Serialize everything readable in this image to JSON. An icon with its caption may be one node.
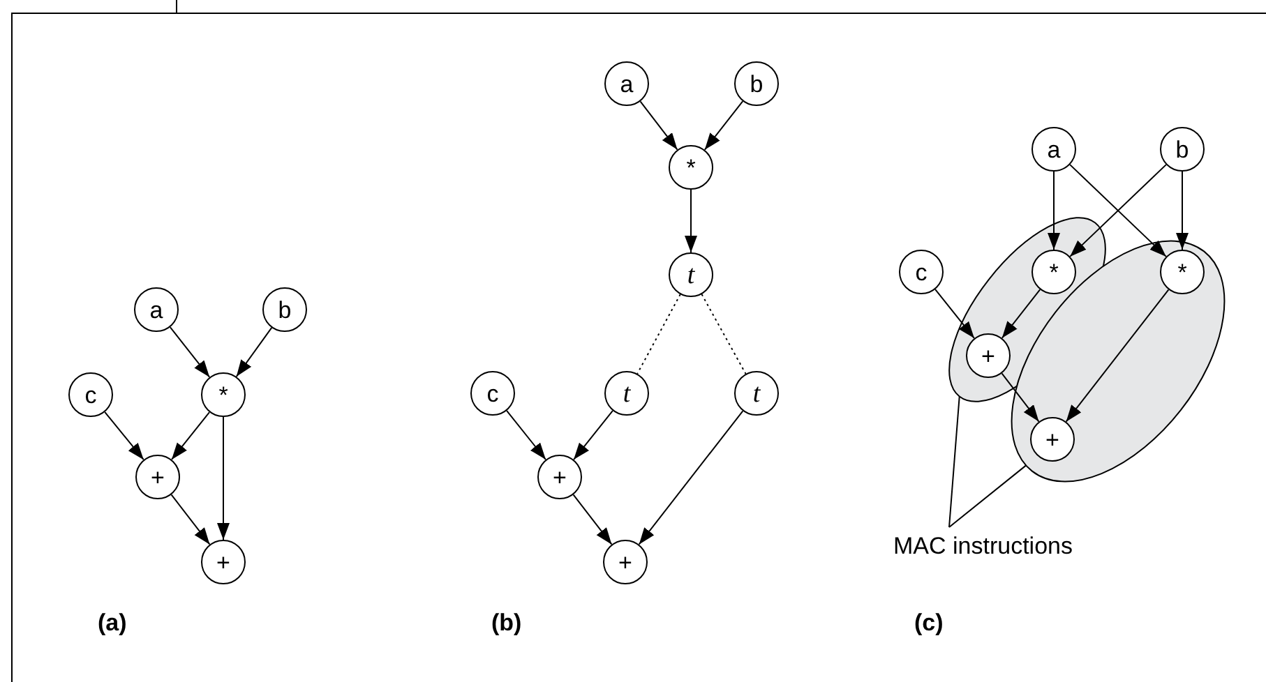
{
  "diagram": {
    "nodes": [
      {
        "text": [
          "a"
        ]
      },
      {
        "text": [
          "b"
        ]
      },
      {
        "text": [
          "c"
        ]
      },
      {
        "text": [
          "*"
        ]
      },
      {
        "text": [
          "+"
        ]
      },
      {
        "text": [
          "+"
        ]
      },
      {
        "text": [
          "a"
        ]
      },
      {
        "text": [
          "b"
        ]
      },
      {
        "text": [
          "*"
        ]
      },
      {
        "text": [
          "t"
        ]
      },
      {
        "text": [
          "c"
        ]
      },
      {
        "text": [
          "t"
        ]
      },
      {
        "text": [
          "t"
        ]
      },
      {
        "text": [
          "+"
        ]
      },
      {
        "text": [
          "+"
        ]
      },
      {
        "text": [
          "a"
        ]
      },
      {
        "text": [
          "b"
        ]
      },
      {
        "text": [
          "c"
        ]
      },
      {
        "text": [],
        "shape": "ellipse"
      },
      {
        "text": [
          "*"
        ],
        "in": 18
      },
      {
        "text": [
          "+"
        ],
        "in": 18
      },
      {
        "text": [],
        "shape": "ellipse"
      },
      {
        "text": [
          "*"
        ],
        "in": 21
      },
      {
        "text": [
          "+"
        ],
        "in": 21
      },
      {
        "text": [
          "MAC instructions"
        ]
      }
    ],
    "edges": [
      {
        "from": 0,
        "to": 3,
        "arrow": "to"
      },
      {
        "from": 1,
        "to": 3,
        "arrow": "to"
      },
      {
        "from": 2,
        "to": 4,
        "arrow": "to"
      },
      {
        "from": 3,
        "to": 4,
        "arrow": "to"
      },
      {
        "from": 3,
        "to": 5,
        "arrow": "to"
      },
      {
        "from": 4,
        "to": 5,
        "arrow": "to"
      },
      {
        "from": 6,
        "to": 8,
        "arrow": "to"
      },
      {
        "from": 7,
        "to": 8,
        "arrow": "to"
      },
      {
        "from": 8,
        "to": 9,
        "arrow": "to"
      },
      {
        "from": 9,
        "to": 11,
        "arrow": "none",
        "style": "dashed"
      },
      {
        "from": 9,
        "to": 12,
        "arrow": "none",
        "style": "dashed"
      },
      {
        "from": 10,
        "to": 13,
        "arrow": "to"
      },
      {
        "from": 11,
        "to": 13,
        "arrow": "to"
      },
      {
        "from": 13,
        "to": 14,
        "arrow": "to"
      },
      {
        "from": 12,
        "to": 14,
        "arrow": "to"
      },
      {
        "from": 15,
        "to": 19,
        "arrow": "to"
      },
      {
        "from": 16,
        "to": 19,
        "arrow": "to"
      },
      {
        "from": 15,
        "to": 22,
        "arrow": "to"
      },
      {
        "from": 16,
        "to": 22,
        "arrow": "to"
      },
      {
        "from": 17,
        "to": 20,
        "arrow": "to"
      },
      {
        "from": 19,
        "to": 20,
        "arrow": "to"
      },
      {
        "from": 20,
        "to": 23,
        "arrow": "to"
      },
      {
        "from": 22,
        "to": 23,
        "arrow": "to"
      },
      {
        "from": 24,
        "to": 18,
        "arrow": "none"
      },
      {
        "from": 24,
        "to": 21,
        "arrow": "none"
      }
    ],
    "labels": [
      "(a)",
      "(b)",
      "(c)"
    ]
  }
}
